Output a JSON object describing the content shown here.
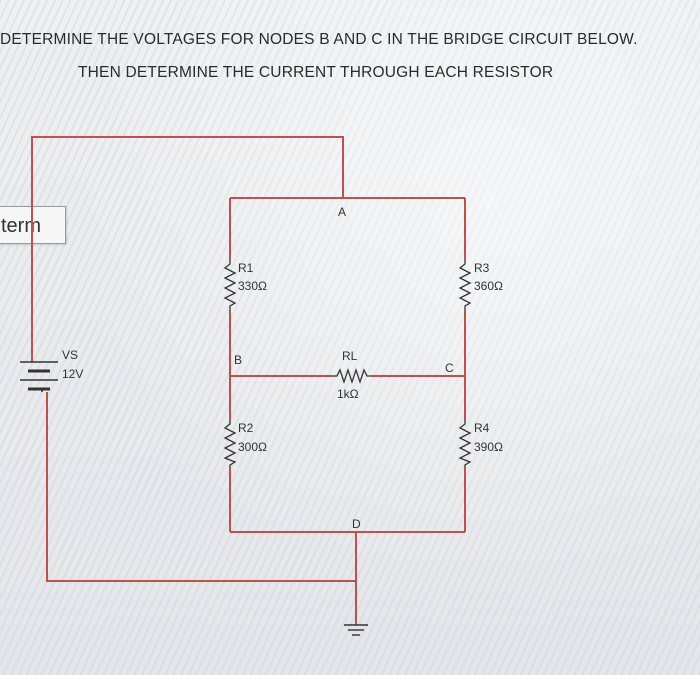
{
  "title": {
    "line1": "DETERMINE THE VOLTAGES FOR NODES B AND C IN THE BRIDGE CIRCUIT BELOW.",
    "line2": "THEN DETERMINE THE CURRENT THROUGH EACH RESISTOR"
  },
  "term_box": {
    "label": "term"
  },
  "source": {
    "name": "VS",
    "value": "12V"
  },
  "nodes": {
    "a": "A",
    "b": "B",
    "c": "C",
    "d": "D"
  },
  "resistors": {
    "r1": {
      "name": "R1",
      "value": "330Ω"
    },
    "r2": {
      "name": "R2",
      "value": "300Ω"
    },
    "r3": {
      "name": "R3",
      "value": "360Ω"
    },
    "r4": {
      "name": "R4",
      "value": "390Ω"
    },
    "rl": {
      "name": "RL",
      "value": "1kΩ"
    }
  },
  "colors": {
    "wire_red": "#c0504d",
    "component": "#333333"
  }
}
